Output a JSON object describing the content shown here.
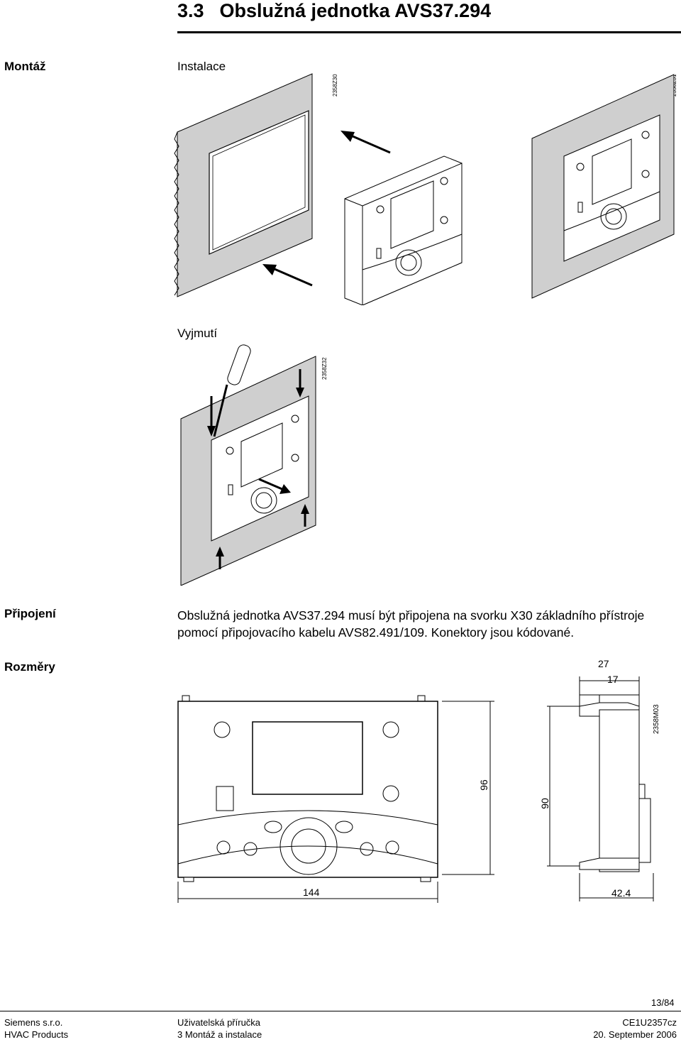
{
  "header": {
    "section_number": "3.3",
    "title": "Obslužná jednotka AVS37.294"
  },
  "sections": {
    "mount": "Montáž",
    "install": "Instalace",
    "remove": "Vyjmutí",
    "connect": "Připojení",
    "dimensions": "Rozměry"
  },
  "figure_codes": {
    "fig1": "2358Z30",
    "fig2": "2358Z31",
    "fig3": "2358Z32",
    "fig4": "2358M03"
  },
  "connection_text": "Obslužná jednotka AVS37.294 musí být připojena na svorku X30 základního přístroje pomocí připojovacího kabelu AVS82.491/109. Konektory jsou kódované.",
  "dimensions": {
    "d27": "27",
    "d17": "17",
    "d96": "96",
    "d90": "90",
    "d144": "144",
    "d42": "42.4"
  },
  "page_number": "13/84",
  "footer": {
    "left1": "Siemens s.r.o.",
    "left2": "HVAC Products",
    "mid1": "Uživatelská příručka",
    "mid2": "3 Montáž a instalace",
    "right1": "CE1U2357cz",
    "right2": "20. September 2006"
  }
}
